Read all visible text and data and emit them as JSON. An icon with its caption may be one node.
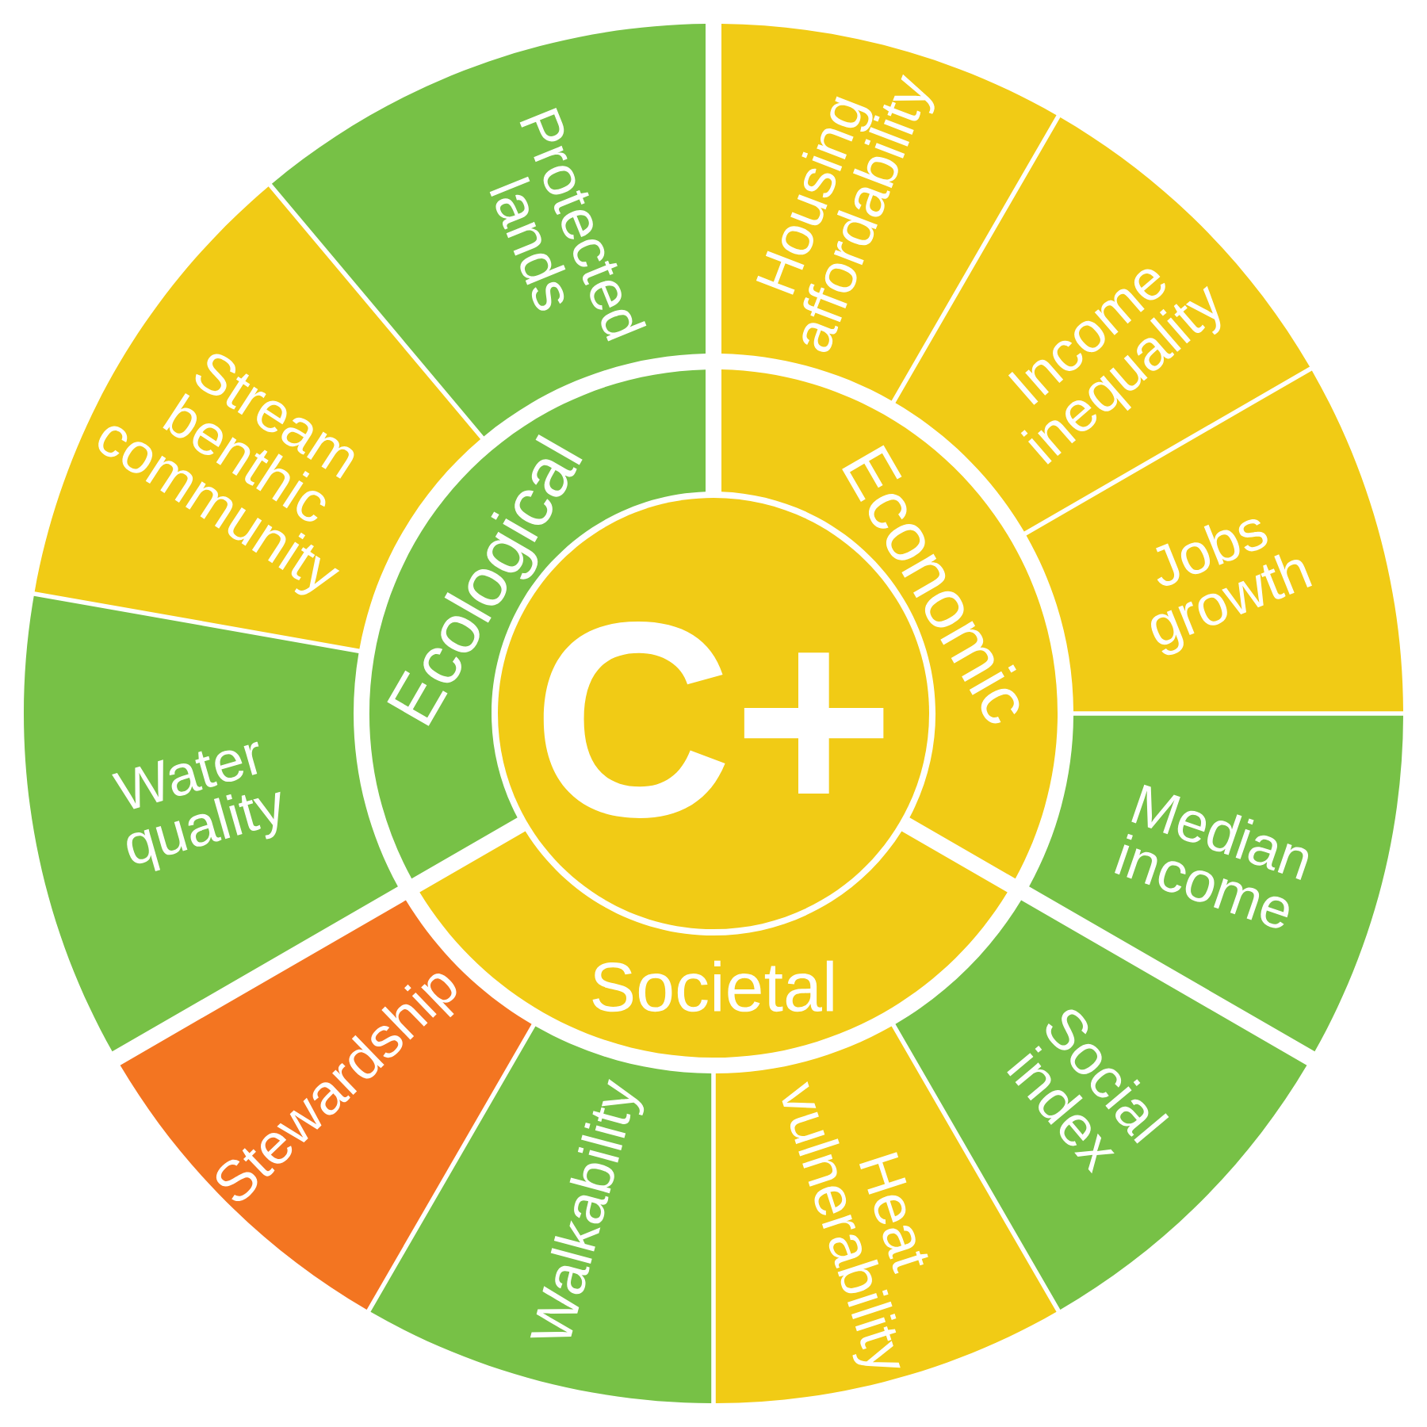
{
  "diagram": {
    "nodes": [
      {
        "text": [
          "C+"
        ]
      },
      {
        "text": [
          "Ecological"
        ]
      },
      {
        "text": [
          "Economic"
        ]
      },
      {
        "text": [
          "Societal"
        ]
      },
      {
        "text": [
          "Protected lands"
        ]
      },
      {
        "text": [
          "Housing affordability"
        ]
      },
      {
        "text": [
          "Income inequality"
        ]
      },
      {
        "text": [
          "Jobs growth"
        ]
      },
      {
        "text": [
          "Median income"
        ]
      },
      {
        "text": [
          "Social index"
        ]
      },
      {
        "text": [
          "Heat vulnerability"
        ]
      },
      {
        "text": [
          "Walkability"
        ]
      },
      {
        "text": [
          "Stewardship"
        ]
      },
      {
        "text": [
          "Water quality"
        ]
      },
      {
        "text": [
          "Stream benthic community"
        ]
      }
    ]
  }
}
